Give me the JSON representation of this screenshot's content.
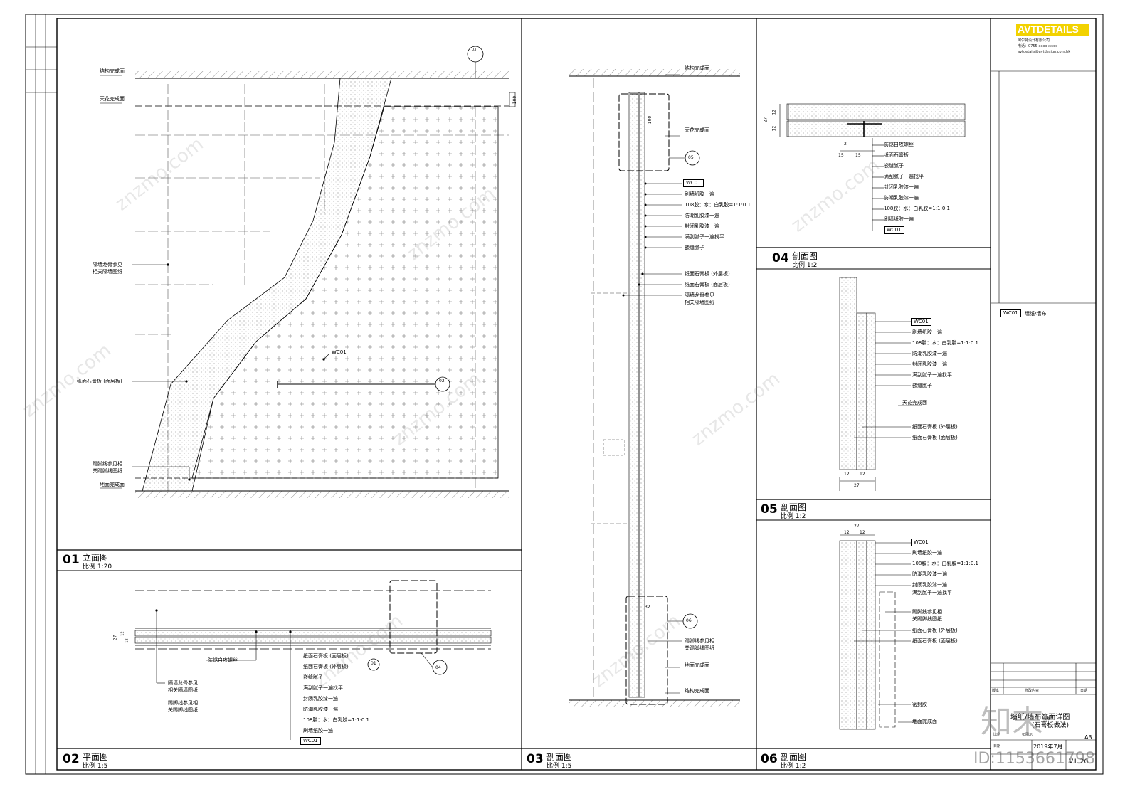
{
  "panels": {
    "p01": {
      "num": "01",
      "title": "立面图",
      "scale": "比例 1:20"
    },
    "p02": {
      "num": "02",
      "title": "平面图",
      "scale": "比例 1:5"
    },
    "p03": {
      "num": "03",
      "title": "剖面图",
      "scale": "比例 1:5"
    },
    "p04": {
      "num": "04",
      "title": "剖面图",
      "scale": "比例 1:2"
    },
    "p05": {
      "num": "05",
      "title": "剖面图",
      "scale": "比例 1:2"
    },
    "p06": {
      "num": "06",
      "title": "剖面图",
      "scale": "比例 1:2"
    }
  },
  "p01_notes": {
    "struct_top": "结构完成面",
    "ceiling": "天花完成面",
    "partition": "隔墙龙骨参见",
    "partition2": "相关隔墙图纸",
    "paper_board": "纸面石膏板 (面层板)",
    "skirting": "踢脚线参见相",
    "skirting2": "关踢脚线图纸",
    "floor": "地面完成面",
    "tag": "WC01",
    "callout_top": "03",
    "callout_mid": "02",
    "dim": "100"
  },
  "p02_notes": {
    "l1": "纸面石膏板 (面层板)",
    "l2": "纸面石膏板 (外层板)",
    "l3": "嵌缝腻子",
    "l4": "满刮腻子一遍找平",
    "l5": "封闭乳胶漆一遍",
    "l6": "防潮乳胶漆一遍",
    "l7": "108胶：水：白乳胶=1:1:0.1",
    "l8": "刷墙纸胶一遍",
    "tag": "WC01",
    "screw": "防锈自攻螺丝",
    "left1": "隔墙龙骨参见",
    "left2": "相关隔墙图纸",
    "left3": "踢脚线参见相",
    "left4": "关踢脚线图纸",
    "callout": "04",
    "section_mark": "01",
    "dim": "27",
    "dim2": "12",
    "dim3": "12"
  },
  "p03_notes": {
    "struct_top": "结构完成面",
    "ceiling": "天花完成面",
    "tag": "WC01",
    "l1": "刷墙纸胶一遍",
    "l2": "108胶：水：白乳胶=1:1:0.1",
    "l3": "防潮乳胶漆一遍",
    "l4": "封闭乳胶漆一遍",
    "l5": "满刮腻子一遍找平",
    "l6": "嵌缝腻子",
    "l7": "纸面石膏板 (外层板)",
    "l8": "纸面石膏板 (面层板)",
    "l9": "隔墙龙骨参见",
    "l10": "相关隔墙图纸",
    "callout_top": "05",
    "callout_bot": "06",
    "skirt1": "踢脚线参见相",
    "skirt2": "关踢脚线图纸",
    "floor": "地面完成面",
    "struct_bot": "结构完成面",
    "dim": "100",
    "dim2": "32"
  },
  "p04_notes": {
    "screw": "防锈自攻螺丝",
    "l1": "纸面石膏板",
    "l2": "嵌缝腻子",
    "l3": "满刮腻子一遍找平",
    "l4": "封闭乳胶漆一遍",
    "l5": "防潮乳胶漆一遍",
    "l6": "108胶：水：白乳胶=1:1:0.1",
    "l7": "刷墙纸胶一遍",
    "tag": "WC01",
    "dim_total": "27",
    "dim_a": "12",
    "dim_b": "12",
    "dim_gap": "2",
    "dim_l": "15",
    "dim_r": "15"
  },
  "p05_notes": {
    "tag": "WC01",
    "l1": "刷墙纸胶一遍",
    "l2": "108胶：水：白乳胶=1:1:0.1",
    "l3": "防潮乳胶漆一遍",
    "l4": "封闭乳胶漆一遍",
    "l5": "满刮腻子一遍找平",
    "l6": "嵌缝腻子",
    "ceiling": "天花完成面",
    "l7": "纸面石膏板 (外层板)",
    "l8": "纸面石膏板 (面层板)",
    "dim_a": "12",
    "dim_b": "12",
    "dim_total": "27"
  },
  "p06_notes": {
    "dim_total": "27",
    "dim_a": "12",
    "dim_b": "12",
    "tag": "WC01",
    "l1": "刷墙纸胶一遍",
    "l2": "108胶：水：白乳胶=1:1:0.1",
    "l3": "防潮乳胶漆一遍",
    "l4": "封闭乳胶漆一遍",
    "l5": "满刮腻子一遍找平",
    "l6": "踢脚线参见相",
    "l7": "关踢脚线图纸",
    "l8": "纸面石膏板 (外层板)",
    "l9": "纸面石膏板 (面层板)",
    "l10": "密封胶",
    "floor": "地面完成面"
  },
  "titleblock": {
    "logo": "AVTDETAILS",
    "company": "阿尔特设计有限公司",
    "tel": "电话：0755-xxxx-xxxx",
    "email": "avtdetails@avtdesign.com.hk",
    "legend_tag": "WC01",
    "legend_text": "墙纸/墙布",
    "rev_no": "版本",
    "rev_content": "修改内容",
    "rev_date": "日期",
    "drawing_title": "墙纸/墙布饰面详图",
    "drawing_sub": "(石膏板做法)",
    "size": "A3",
    "date_label": "日期",
    "date": "2019年7月",
    "drawing_no": "V.L.20",
    "scale_label": "比例",
    "scale_val": "如图示",
    "ver_label": "版本"
  },
  "watermark": {
    "site": "znzmo.com",
    "id": "ID:1153661798",
    "brand": "知末"
  }
}
